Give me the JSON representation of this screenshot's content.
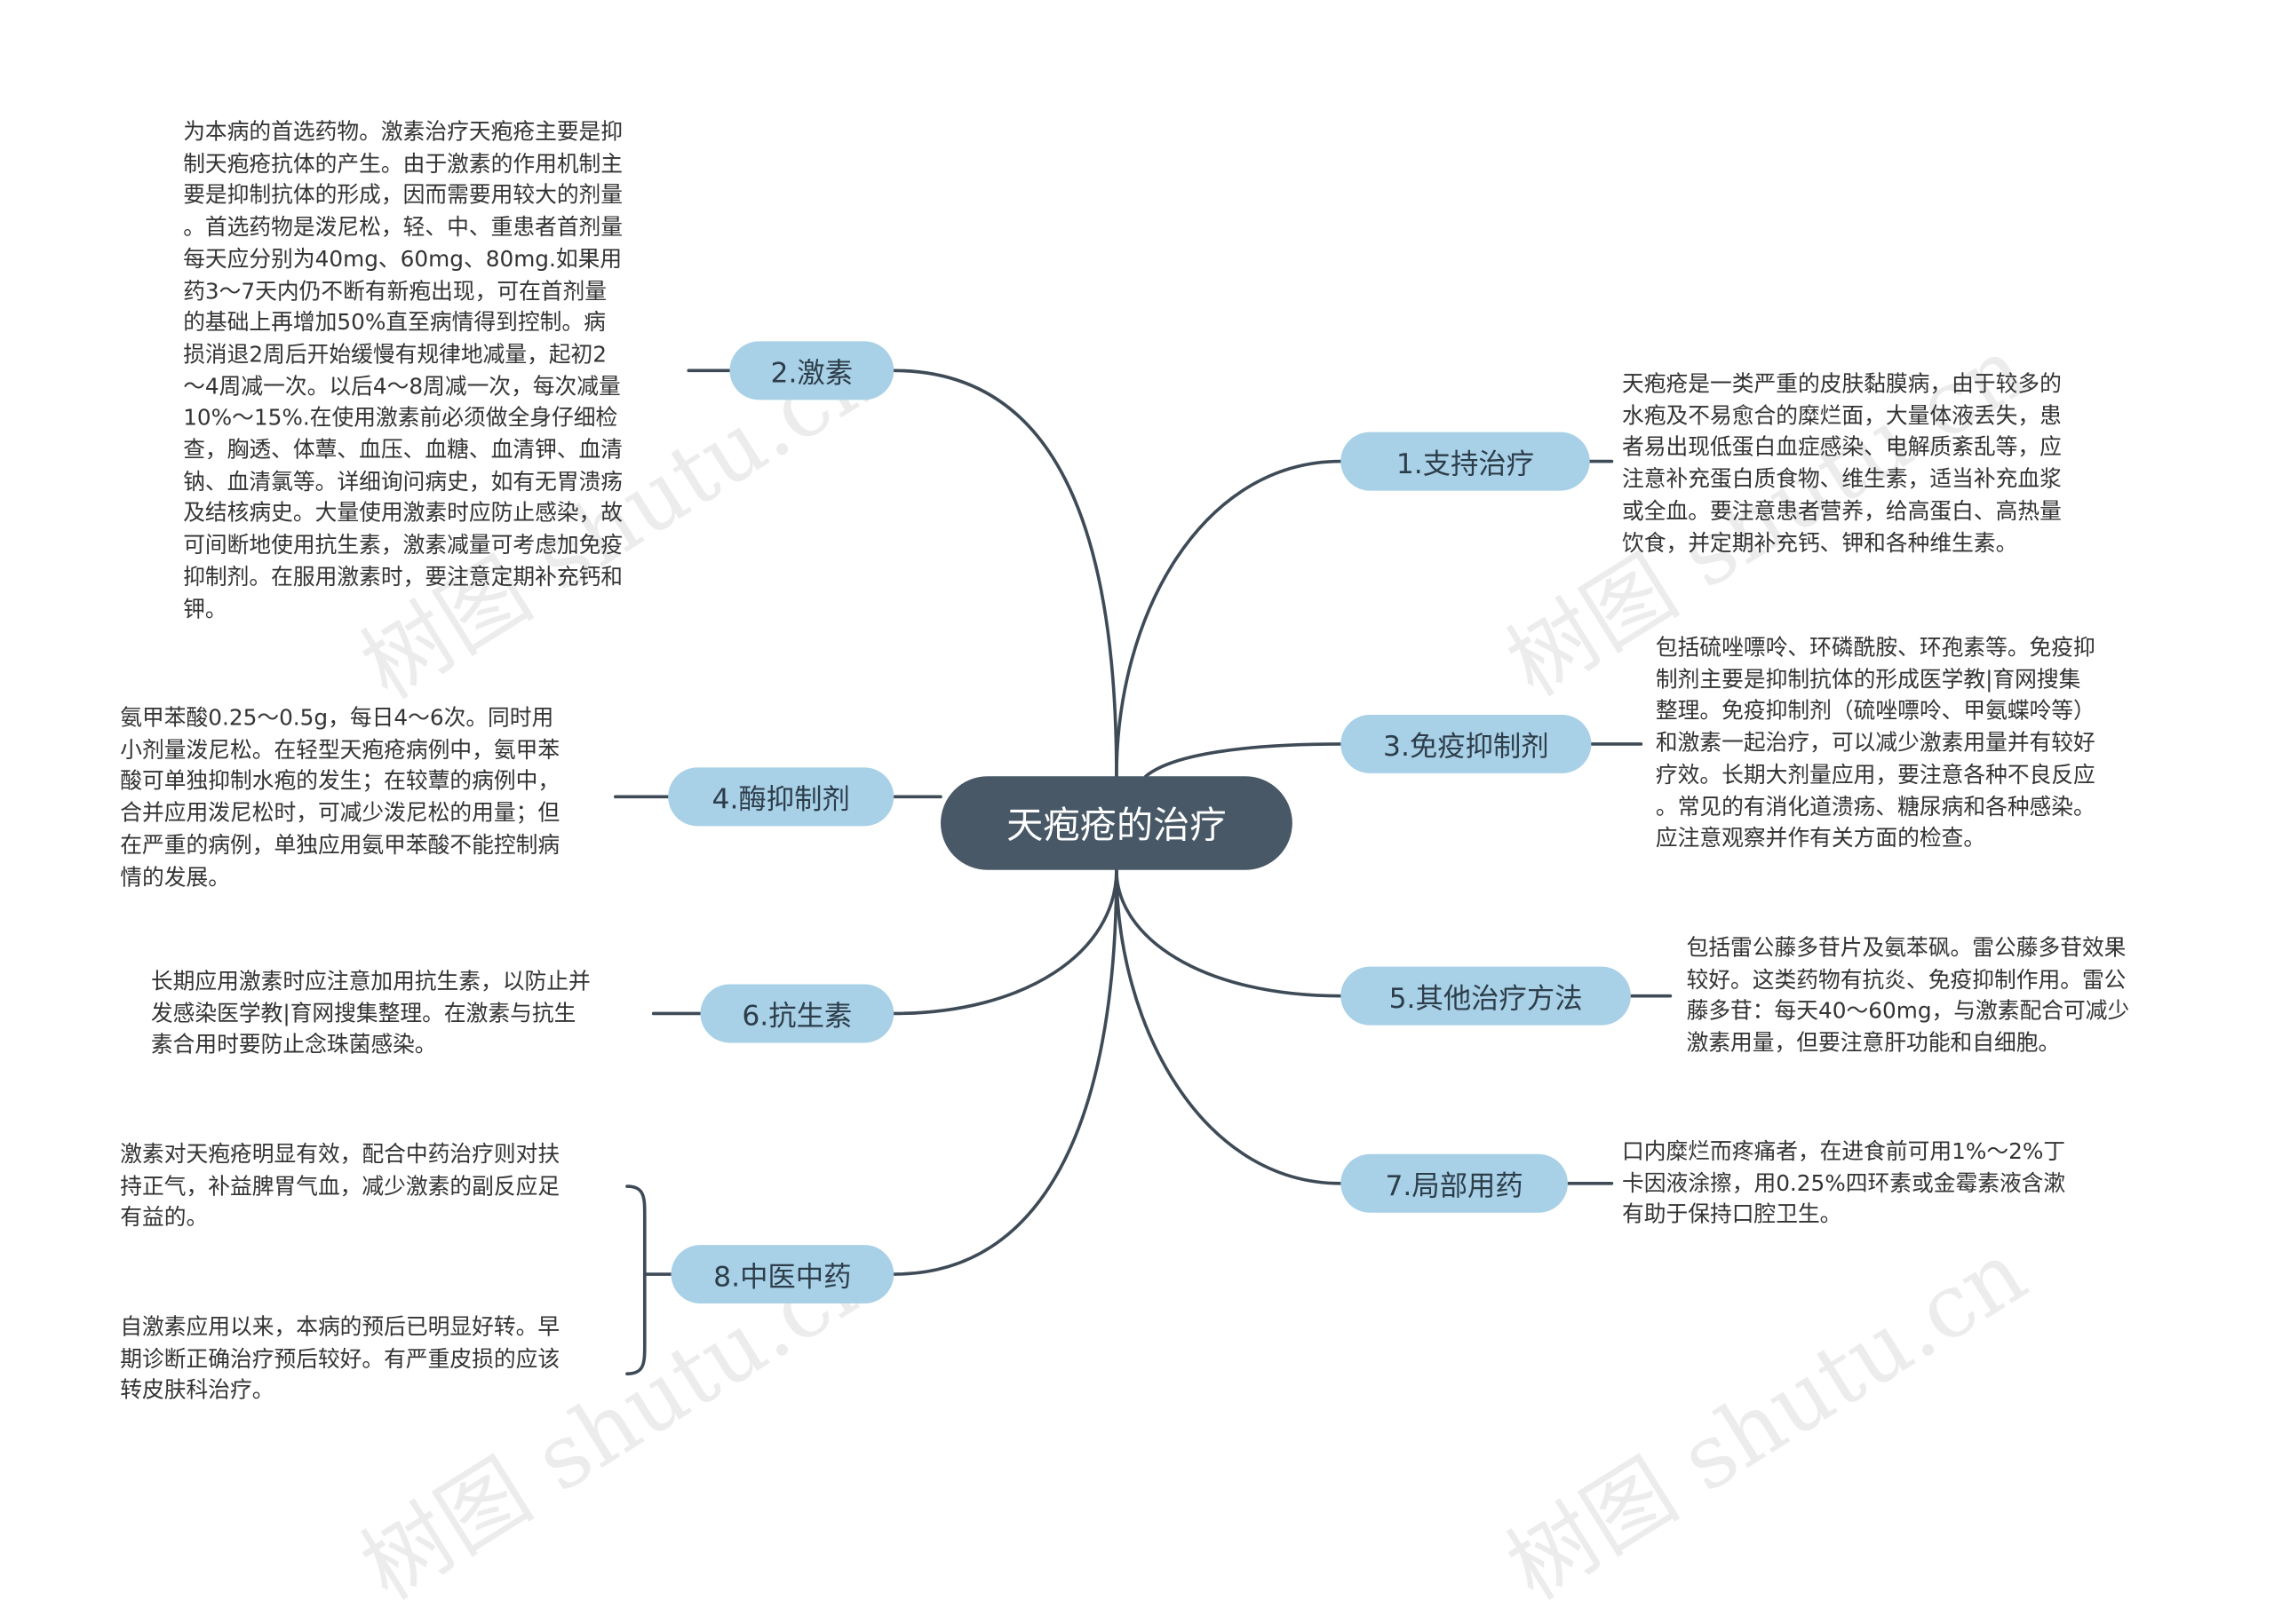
{
  "root": {
    "label": "天疱疮的治疗"
  },
  "watermark": "树图 shutu.cn",
  "colors": {
    "root_bg": "#485866",
    "branch_bg": "#a8d0e6",
    "link": "#3e4b57"
  },
  "branches": [
    {
      "label": "1.支持治疗",
      "notes": [
        "天疱疮是一类严重的皮肤黏膜病，由于较多的\n水疱及不易愈合的糜烂面，大量体液丢失，患\n者易出现低蛋白血症感染、电解质紊乱等，应\n注意补充蛋白质食物、维生素，适当补充血浆\n或全血。要注意患者营养，给高蛋白、高热量\n饮食，并定期补充钙、钾和各种维生素。"
      ]
    },
    {
      "label": "2.激素",
      "notes": [
        "为本病的首选药物。激素治疗天疱疮主要是抑\n制天疱疮抗体的产生。由于激素的作用机制主\n要是抑制抗体的形成，因而需要用较大的剂量\n。首选药物是泼尼松，轻、中、重患者首剂量\n每天应分别为40mg、60mg、80mg.如果用\n药3～7天内仍不断有新疱出现，可在首剂量\n的基础上再增加50%直至病情得到控制。病\n损消退2周后开始缓慢有规律地减量，起初2\n～4周减一次。以后4～8周减一次，每次减量\n10%～15%.在使用激素前必须做全身仔细检\n查，胸透、体蕈、血压、血糖、血清钾、血清\n钠、血清氯等。详细询问病史，如有无胃溃疡\n及结核病史。大量使用激素时应防止感染，故\n可间断地使用抗生素，激素减量可考虑加免疫\n抑制剂。在服用激素时，要注意定期补充钙和\n钾。"
      ]
    },
    {
      "label": "3.免疫抑制剂",
      "notes": [
        "包括硫唑嘌呤、环磷酰胺、环孢素等。免疫抑\n制剂主要是抑制抗体的形成医学教|育网搜集\n整理。免疫抑制剂（硫唑嘌呤、甲氨蝶呤等）\n和激素一起治疗，可以减少激素用量并有较好\n疗效。长期大剂量应用，要注意各种不良反应\n。常见的有消化道溃疡、糖尿病和各种感染。\n应注意观察并作有关方面的检查。"
      ]
    },
    {
      "label": "4.酶抑制剂",
      "notes": [
        "氨甲苯酸0.25～0.5g，每日4～6次。同时用\n小剂量泼尼松。在轻型天疱疮病例中，氨甲苯\n酸可单独抑制水疱的发生；在较蕈的病例中，\n合并应用泼尼松时，可减少泼尼松的用量；但\n在严重的病例，单独应用氨甲苯酸不能控制病\n情的发展。"
      ]
    },
    {
      "label": "5.其他治疗方法",
      "notes": [
        "包括雷公藤多苷片及氨苯砜。雷公藤多苷效果\n较好。这类药物有抗炎、免疫抑制作用。雷公\n藤多苷：每天40～60mg，与激素配合可减少\n激素用量，但要注意肝功能和自细胞。"
      ]
    },
    {
      "label": "6.抗生素",
      "notes": [
        "长期应用激素时应注意加用抗生素，以防止并\n发感染医学教|育网搜集整理。在激素与抗生\n素合用时要防止念珠菌感染。"
      ]
    },
    {
      "label": "7.局部用药",
      "notes": [
        "口内糜烂而疼痛者，在进食前可用1%～2%丁\n卡因液涂擦，用0.25%四环素或金霉素液含漱\n有助于保持口腔卫生。"
      ]
    },
    {
      "label": "8.中医中药",
      "notes": [
        "激素对天疱疮明显有效，配合中药治疗则对扶\n持正气，补益脾胃气血，减少激素的副反应足\n有益的。",
        "自激素应用以来，本病的预后已明显好转。早\n期诊断正确治疗预后较好。有严重皮损的应该\n转皮肤科治疗。"
      ]
    }
  ]
}
